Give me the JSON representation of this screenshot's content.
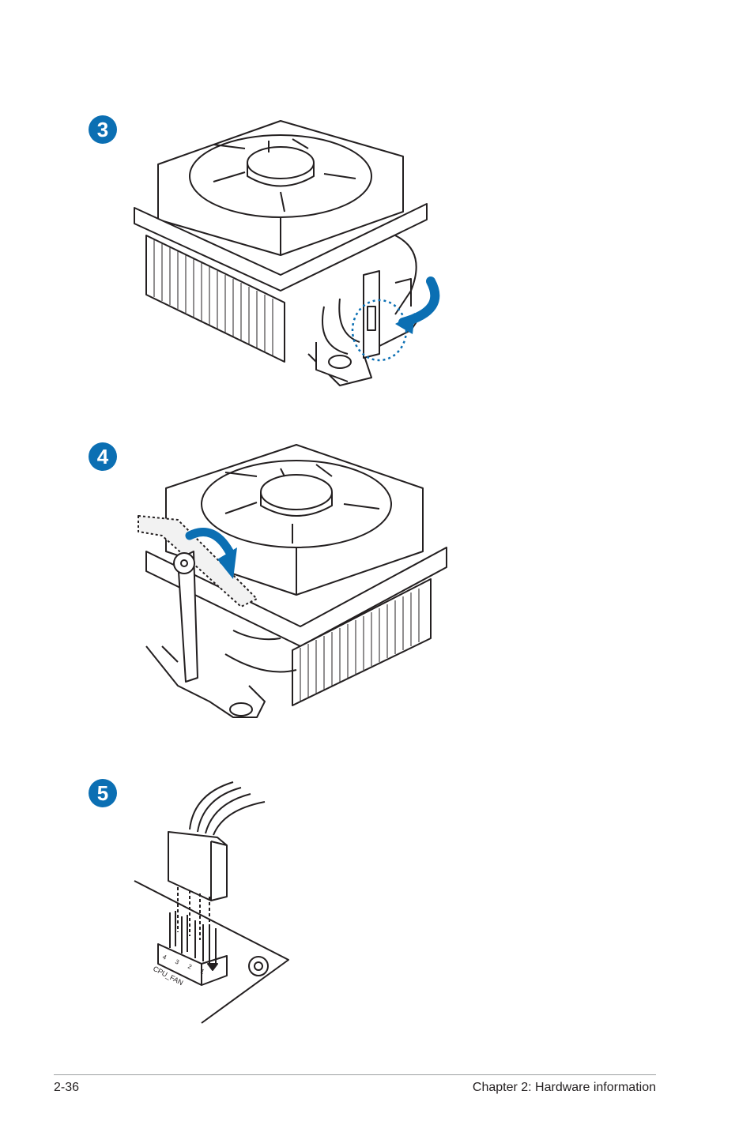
{
  "steps": [
    {
      "number": "3"
    },
    {
      "number": "4"
    },
    {
      "number": "5"
    }
  ],
  "connector": {
    "label": "CPU_FAN",
    "pins": [
      "4",
      "3",
      "2",
      "1"
    ]
  },
  "footer": {
    "page_number": "2-36",
    "chapter": "Chapter 2: Hardware information"
  },
  "colors": {
    "accent": "#0b6fb3",
    "line": "#231f20"
  }
}
